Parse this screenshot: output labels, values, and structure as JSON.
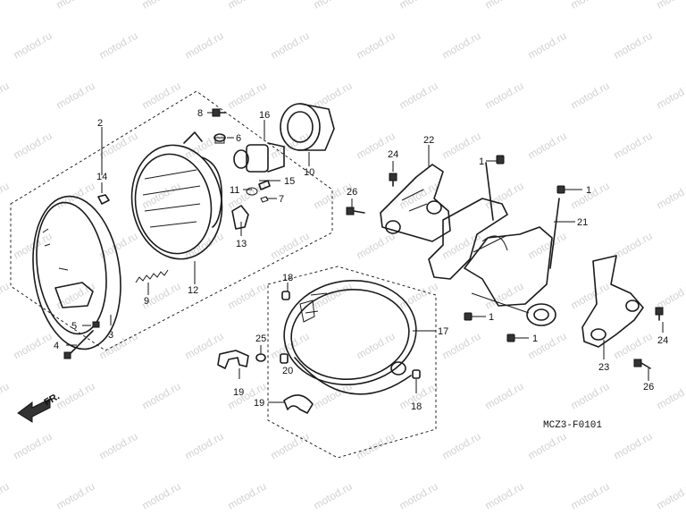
{
  "watermark": "motod.ru",
  "diagram_code": "MCZ3-F0101",
  "front_indicator": "FR.",
  "callouts": [
    "1",
    "2",
    "3",
    "4",
    "5",
    "6",
    "7",
    "8",
    "9",
    "10",
    "11",
    "12",
    "13",
    "14",
    "15",
    "16",
    "17",
    "18",
    "19",
    "20",
    "21",
    "22",
    "23",
    "24",
    "25",
    "26"
  ]
}
